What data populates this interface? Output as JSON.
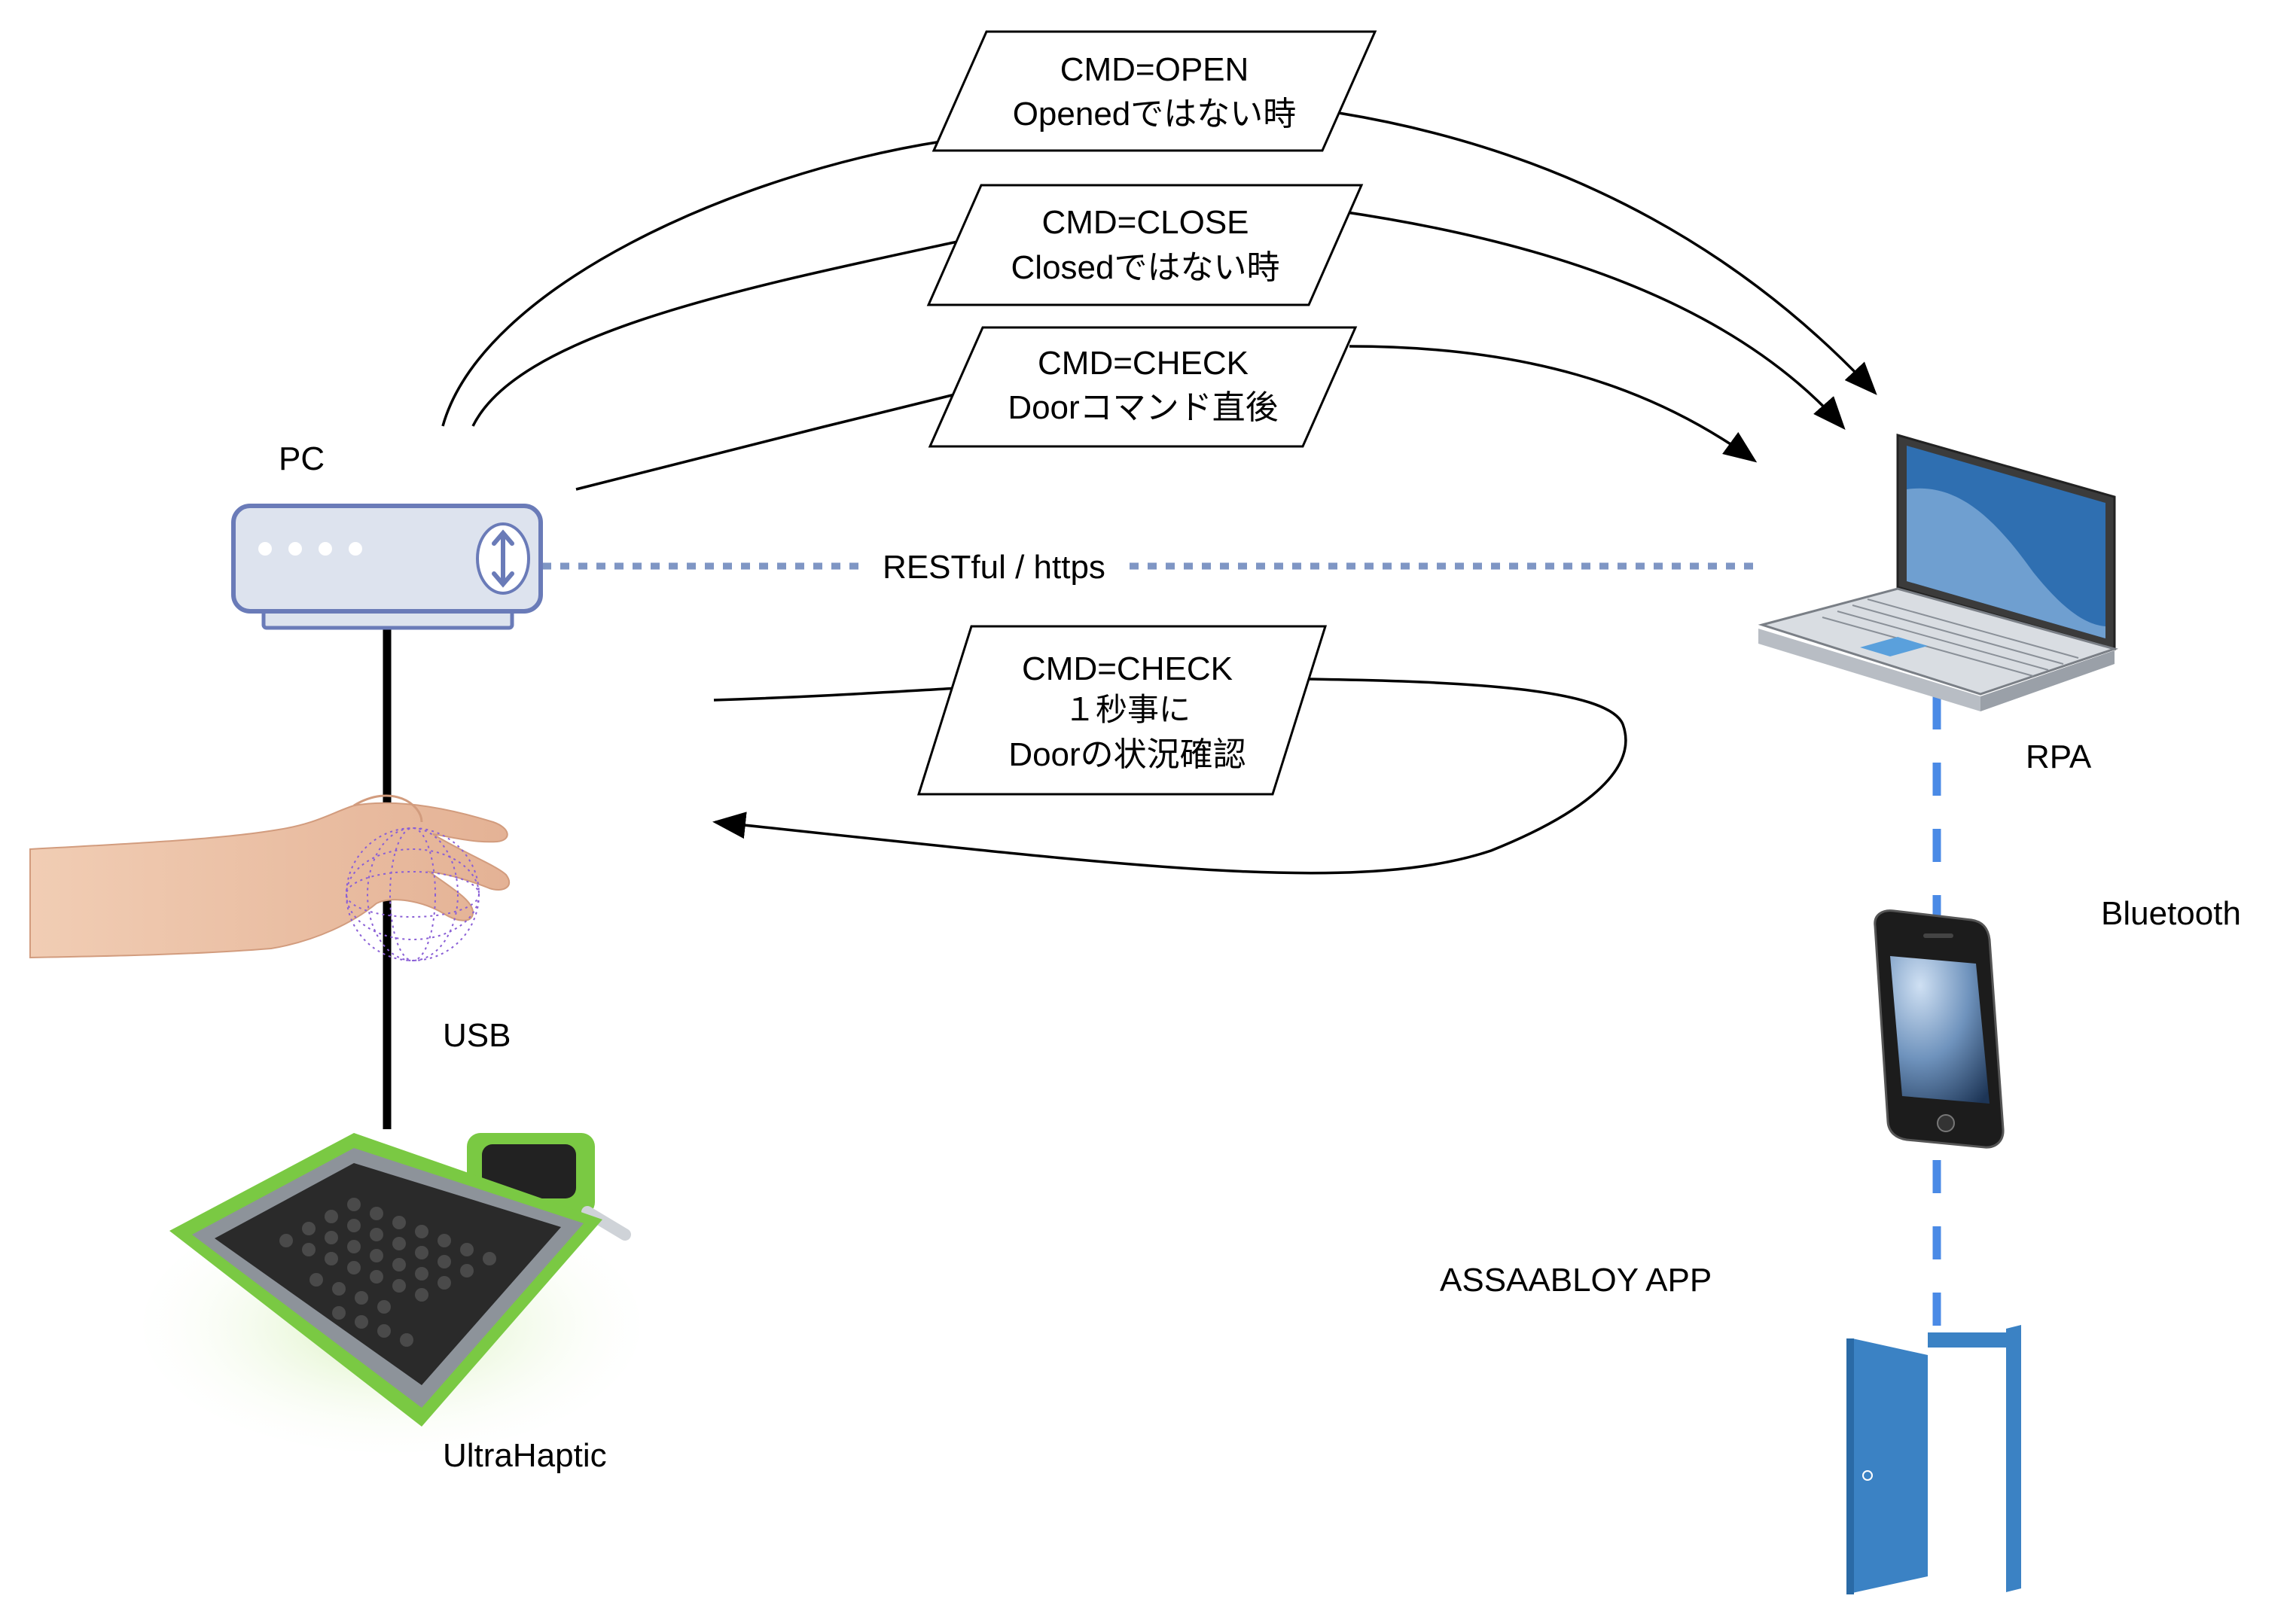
{
  "nodes": {
    "pc": {
      "label": "PC"
    },
    "rpa": {
      "label": "RPA"
    },
    "bluetooth": {
      "label": "Bluetooth"
    },
    "assaabloy": {
      "label": "ASSAABLOY APP"
    },
    "usb": {
      "label": "USB"
    },
    "ultrahaptic": {
      "label": "UltraHaptic"
    }
  },
  "link": {
    "label": "RESTful / https"
  },
  "commands": {
    "open": {
      "line1": "CMD=OPEN",
      "line2": "Openedではない時"
    },
    "close": {
      "line1": "CMD=CLOSE",
      "line2": "Closedではない時"
    },
    "check": {
      "line1": "CMD=CHECK",
      "line2": "Doorコマンド直後"
    },
    "poll": {
      "line1": "CMD=CHECK",
      "line2": "１秒事に",
      "line3": "Doorの状況確認"
    }
  },
  "colors": {
    "restful_link": "#7f96c4",
    "bluetooth_link": "#4a8ae6",
    "door": "#3b82c4",
    "device_body": "#dde3ee",
    "device_border": "#6a7bb8",
    "laptop_screen": "#2f6fb1",
    "pad_green": "#7ac943"
  }
}
